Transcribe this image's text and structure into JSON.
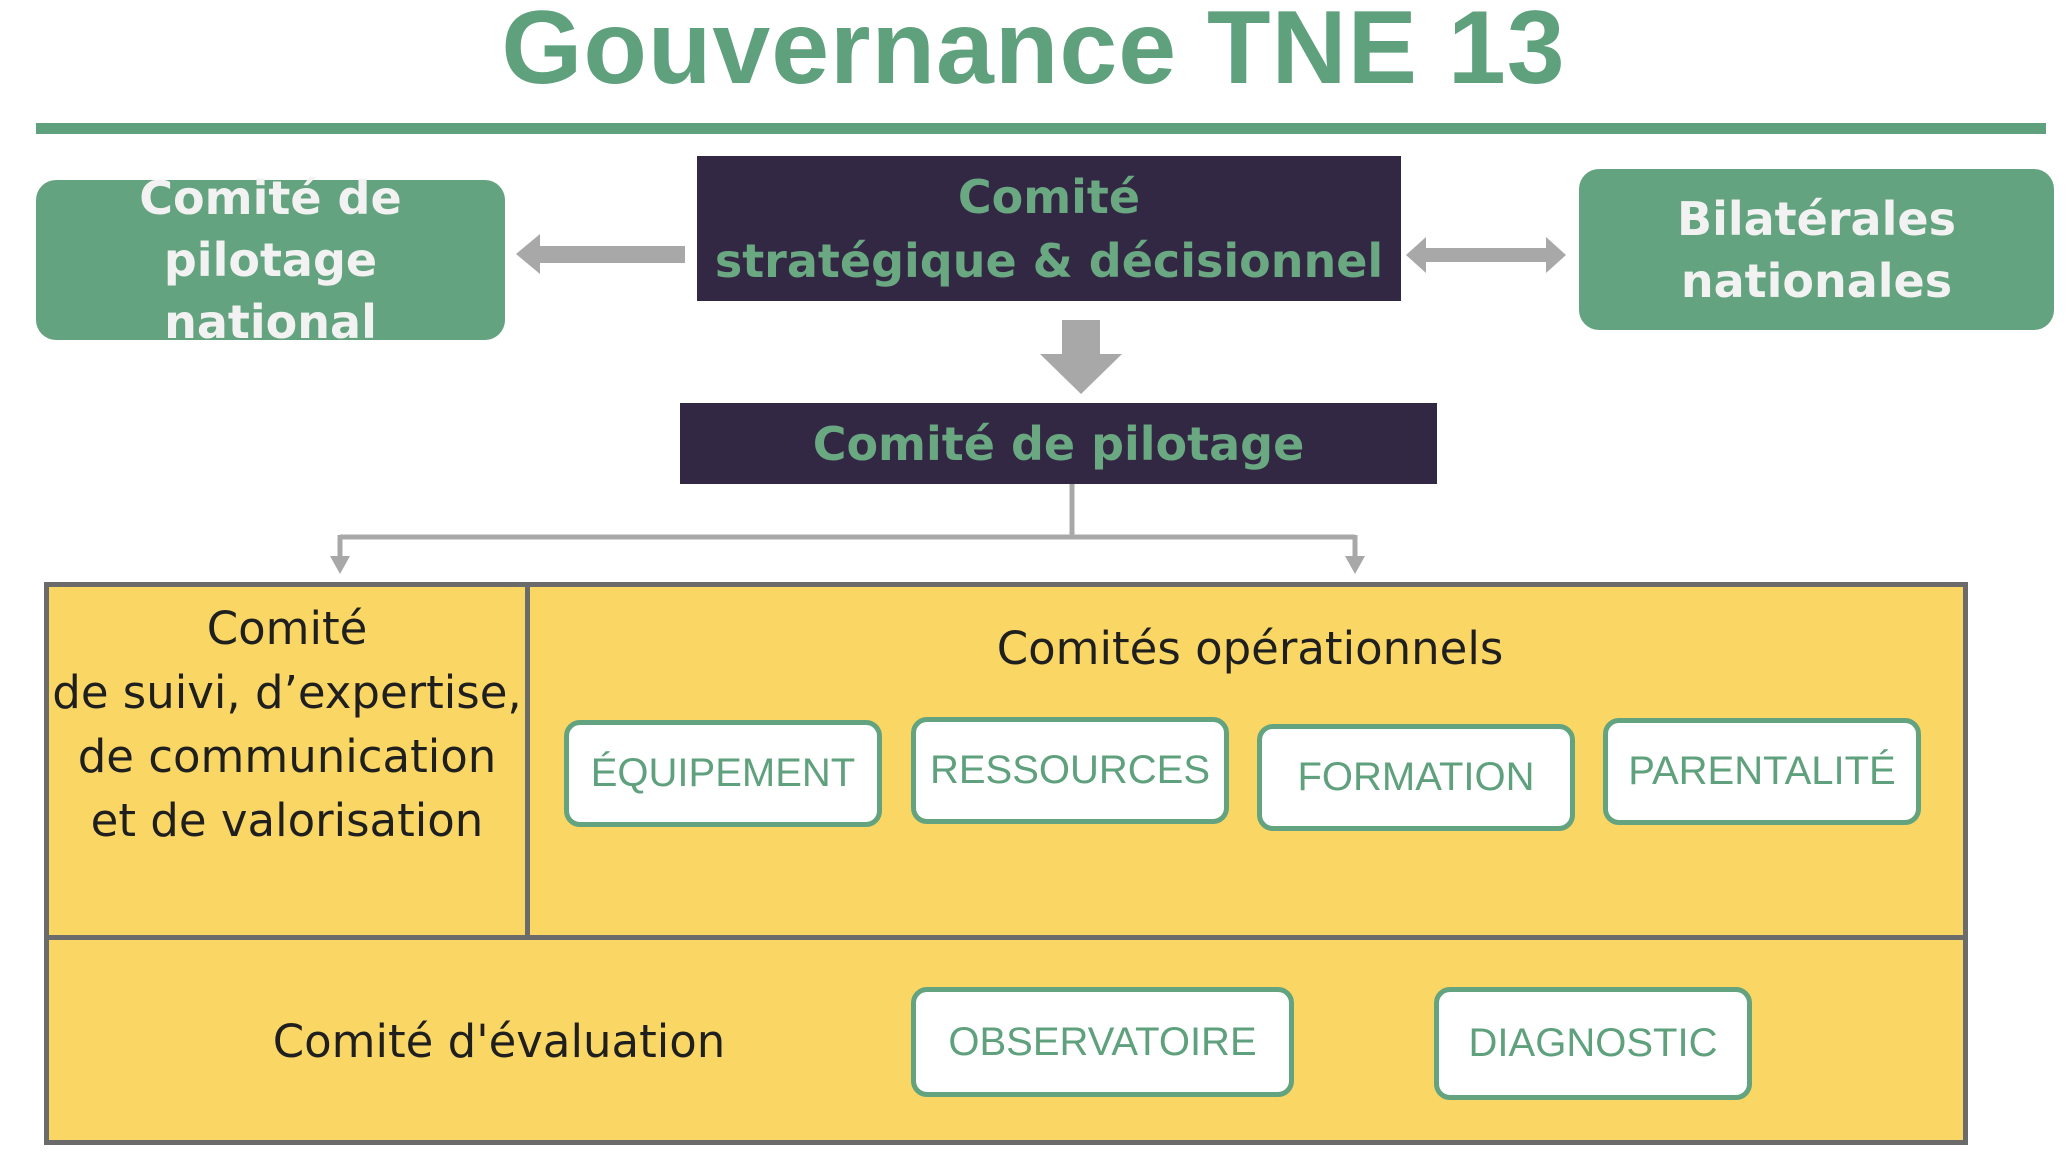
{
  "title": "Gouvernance TNE 13",
  "top": {
    "left_box": {
      "line1": "Comité de pilotage",
      "line2": "national"
    },
    "center_box": {
      "line1": "Comité",
      "line2": "stratégique & décisionnel"
    },
    "right_box": {
      "line1": "Bilatérales",
      "line2": "nationales"
    }
  },
  "middle": {
    "label": "Comité de pilotage"
  },
  "suivi": {
    "lines": [
      "Comité",
      "de suivi, d’expertise,",
      "de communication",
      "et de valorisation"
    ]
  },
  "operationnels": {
    "label": "Comités opérationnels",
    "items": [
      "ÉQUIPEMENT",
      "RESSOURCES",
      "FORMATION",
      "PARENTALITÉ"
    ]
  },
  "evaluation": {
    "label": "Comité d'évaluation",
    "items": [
      "OBSERVATOIRE",
      "DIAGNOSTIC"
    ]
  },
  "colors": {
    "green": "#64a37f",
    "dark": "#332843",
    "yellow": "#fad764",
    "arrow_gray": "#aaaaaa"
  }
}
